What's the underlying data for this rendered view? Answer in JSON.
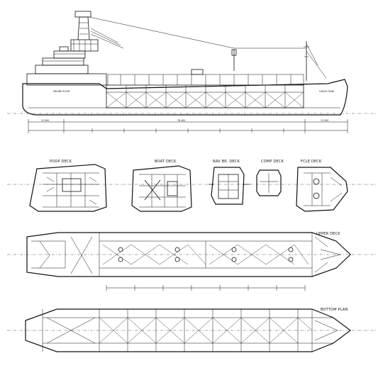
{
  "views": {
    "poop_deck": "POOP DECK",
    "boat_deck": "BOAT DECK",
    "nav_br_deck": "NAV BR. DECK",
    "comp_deck": "COMP DECK",
    "fcle_deck": "FCLE DECK",
    "upper_deck": "UPPER DECK",
    "bottom_plan": "BOTTOM PLAN"
  },
  "profile": {
    "room_labels": [
      "ENGINE ROOM",
      "CARGO TANK"
    ],
    "dimensions": [
      "12 000",
      "76 400",
      "12 000"
    ]
  }
}
